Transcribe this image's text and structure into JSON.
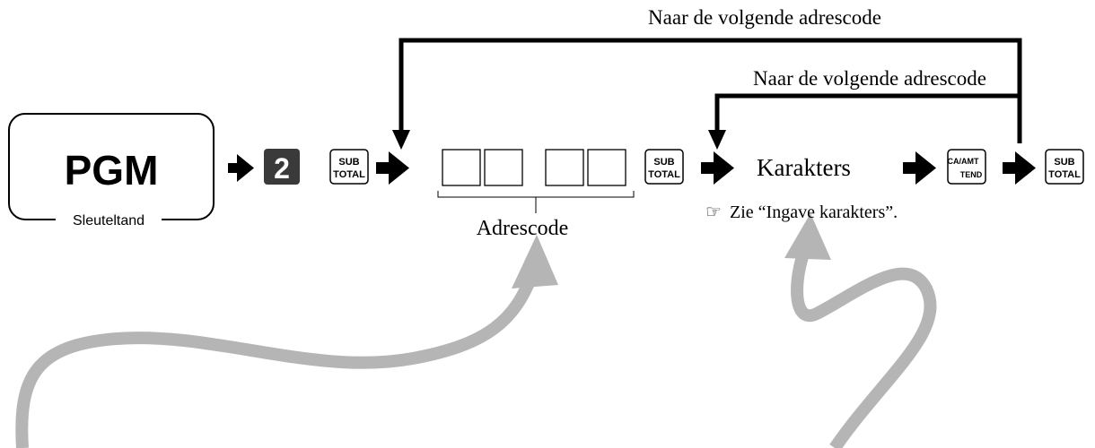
{
  "mode_box": {
    "label": "PGM",
    "caption": "Sleuteltand"
  },
  "number_key": "2",
  "keys": {
    "subtotal_top": "SUB",
    "subtotal_bottom": "TOTAL",
    "ca_amt_top": "CA/AMT",
    "ca_amt_bottom": "TEND"
  },
  "labels": {
    "address_code": "Adrescode",
    "characters": "Karakters",
    "see_reference": "Zie “Ingave karakters”.",
    "loop_outer": "Naar de volgende adrescode",
    "loop_inner": "Naar de volgende adrescode"
  },
  "colors": {
    "arrow": "#000000",
    "number_key_bg": "#3a3a3a",
    "curve": "#b5b5b5"
  }
}
